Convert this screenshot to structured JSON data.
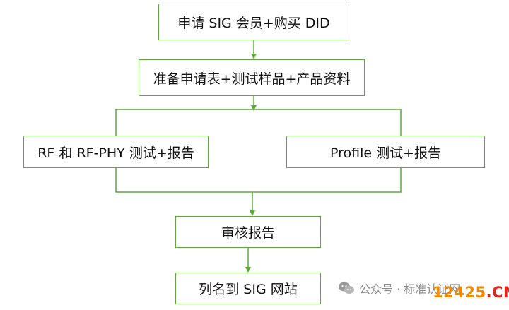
{
  "nodes": [
    {
      "id": "n1",
      "label": "申请 SIG 会员+购买 DID"
    },
    {
      "id": "n2",
      "label": "准备申请表+测试样品+产品资料"
    },
    {
      "id": "n3",
      "label": "RF 和 RF-PHY 测试+报告"
    },
    {
      "id": "n4",
      "label": "Profile 测试+报告"
    },
    {
      "id": "n5",
      "label": "审核报告"
    },
    {
      "id": "n6",
      "label": "列名到 SIG 网站"
    }
  ],
  "edges": [
    {
      "from": "n1",
      "to": "n2"
    },
    {
      "from": "n2",
      "to": "n3"
    },
    {
      "from": "n2",
      "to": "n4"
    },
    {
      "from": "n3",
      "to": "n5"
    },
    {
      "from": "n4",
      "to": "n5"
    },
    {
      "from": "n5",
      "to": "n6"
    }
  ],
  "watermark": {
    "account": "公众号 · 标准认证网",
    "site_number": "12425",
    "site_domain": ".CN",
    "icon": "wechat-icon"
  },
  "colors": {
    "border": "#5fa83a",
    "line": "#5fa83a",
    "text": "#111111"
  }
}
